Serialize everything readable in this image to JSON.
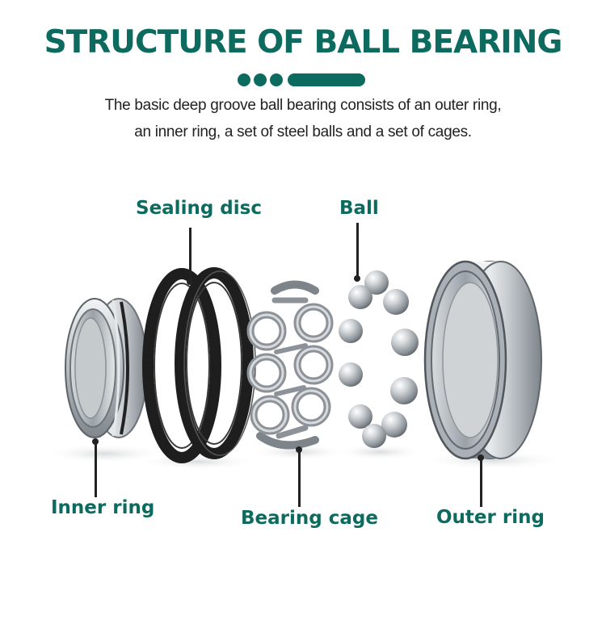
{
  "title": "STRUCTURE OF BALL BEARING",
  "description": {
    "line1": "The basic deep groove ball bearing consists of an outer ring,",
    "line2": "an inner ring, a set of steel balls and a set of cages."
  },
  "labels": {
    "sealing_disc": "Sealing disc",
    "ball": "Ball",
    "inner_ring": "Inner ring",
    "bearing_cage": "Bearing cage",
    "outer_ring": "Outer ring"
  },
  "colors": {
    "accent": "#0c6b5e",
    "text": "#222222",
    "steel": "#b9bec3",
    "seal": "#1e1e1e"
  }
}
